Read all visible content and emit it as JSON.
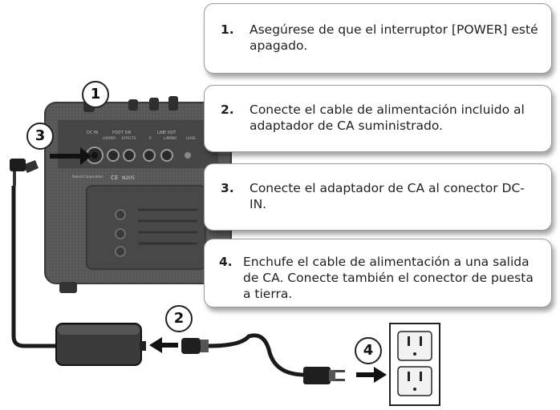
{
  "steps": [
    {
      "number": "1.",
      "text": "Asegúrese de que el interruptor [POWER] esté apagado."
    },
    {
      "number": "2.",
      "text": "Conecte el cable de alimentación incluido al adaptador de CA suministrado."
    },
    {
      "number": "3.",
      "text": "Conecte el adaptador de CA al conector DC-IN."
    },
    {
      "number": "4.",
      "text": "Enchufe el cable de alimentación a una salida de CA. Conecte también el conector de puesta a tierra."
    }
  ],
  "callouts": {
    "c1": "1",
    "c2": "2",
    "c3": "3",
    "c4": "4"
  },
  "panel_labels": {
    "dc_in": "DC IN",
    "footsw": "FOOT SW",
    "looper": "LOOPER",
    "effects": "EFFECTS",
    "line_out": "LINE OUT",
    "lmono": "L/MONO",
    "r": "R",
    "level": "LEVEL",
    "brand": "Roland Corporation",
    "model": "N205",
    "ce": "CE"
  },
  "colors": {
    "amp_body": "#5e5e5e",
    "amp_panel": "#3f3f3f",
    "cable": "#1a1a1a",
    "card_border": "#9a9a9a",
    "arrow": "#111111"
  }
}
